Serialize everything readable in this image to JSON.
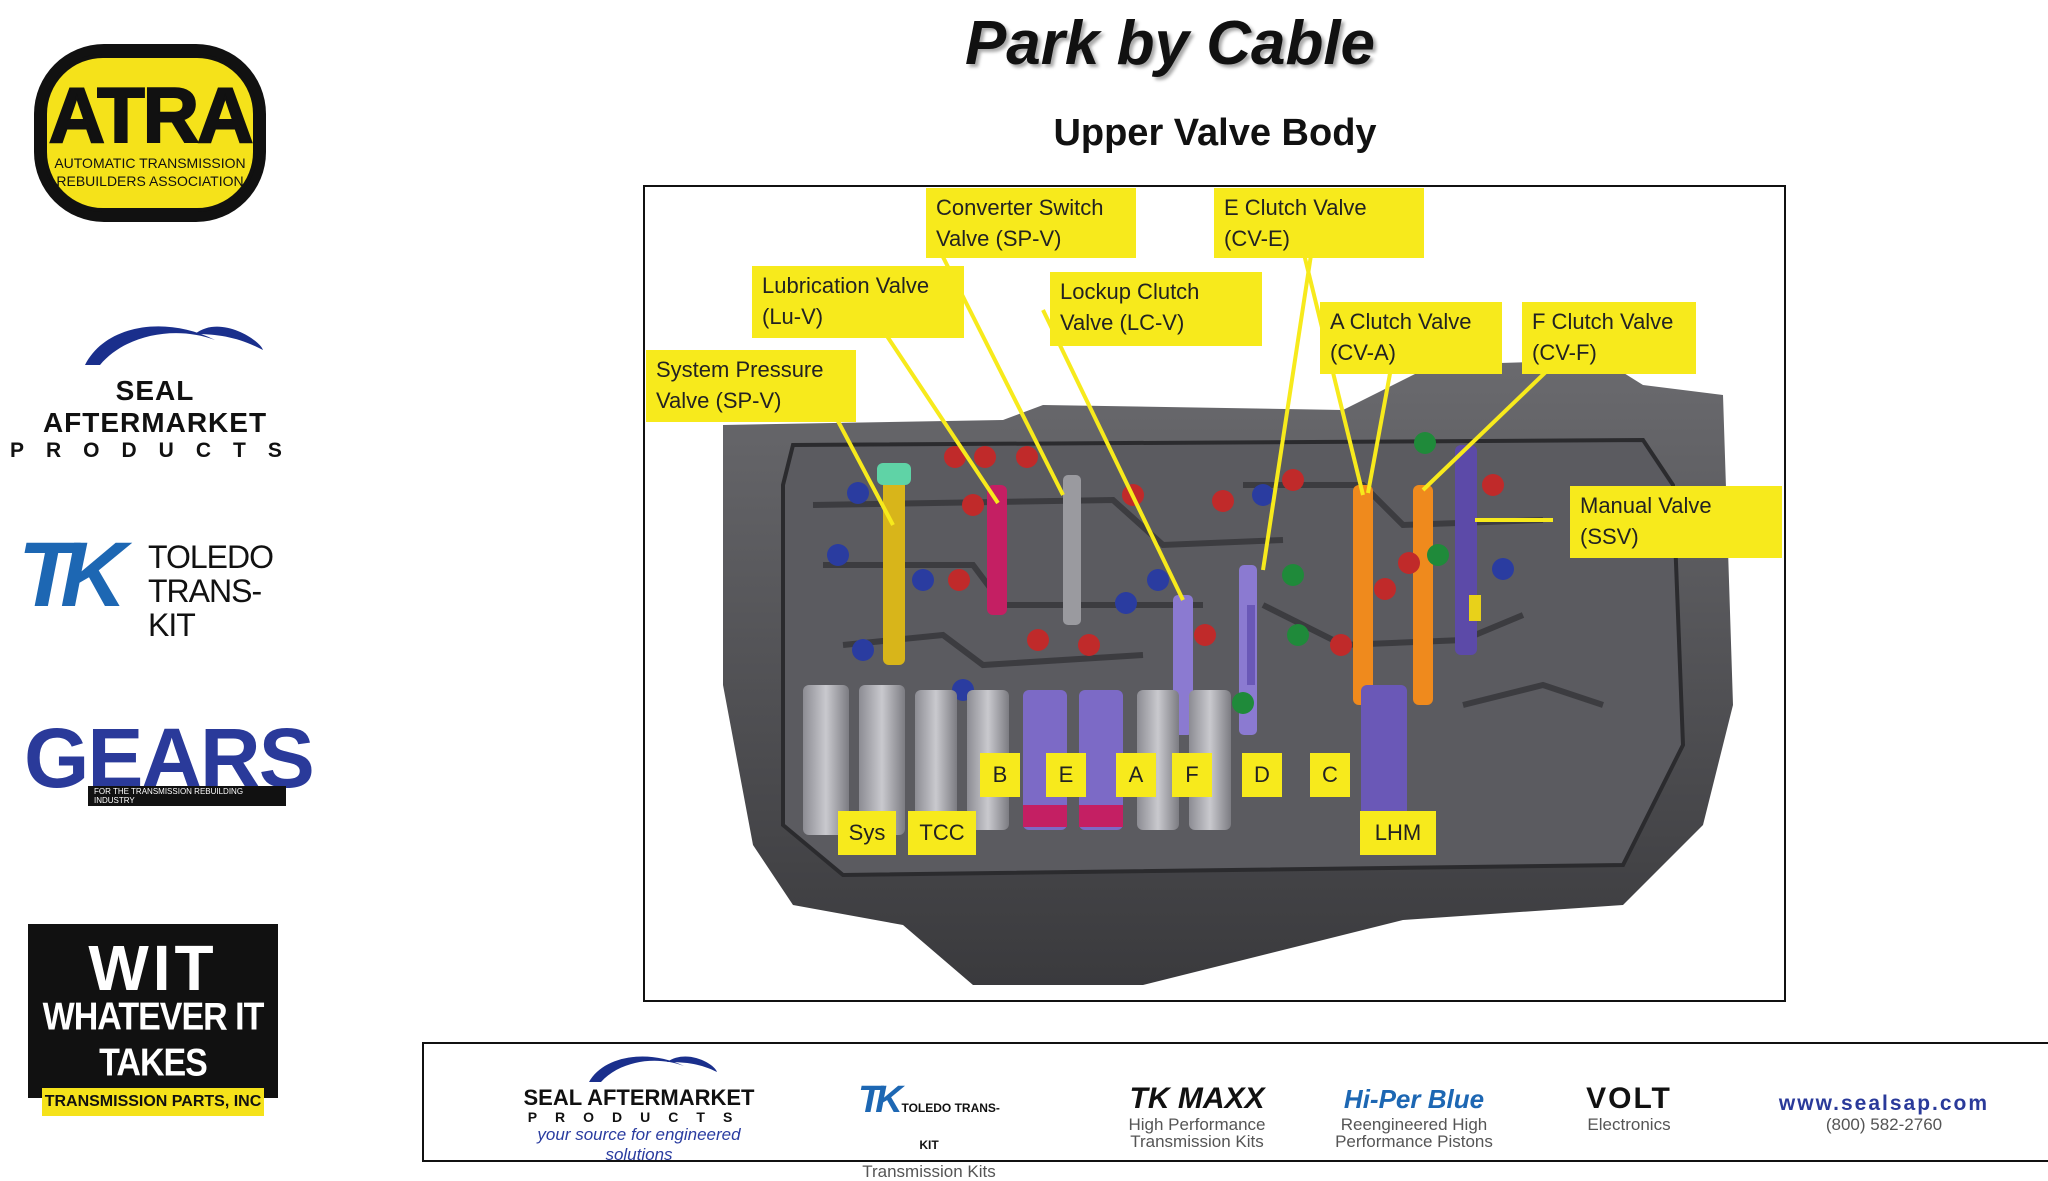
{
  "title": "Park by Cable",
  "subtitle": "Upper Valve Body",
  "logos": {
    "atra_big": "ATRA",
    "atra_line1": "AUTOMATIC TRANSMISSION",
    "atra_line2": "REBUILDERS ASSOCIATION",
    "seal_name": "SEAL AFTERMARKET",
    "seal_products": "PRODUCTS",
    "tk_mark": "TK",
    "tk_line1": "TOLEDO",
    "tk_line2": "TRANS-KIT",
    "gears_word": "GEARS",
    "gears_tag": "FOR THE TRANSMISSION REBUILDING INDUSTRY",
    "wit_big": "WIT",
    "wit_mid": "WHATEVER IT TAKES",
    "wit_bar": "TRANSMISSION PARTS, INC"
  },
  "callouts": [
    {
      "line1": "Converter Switch",
      "line2": "Valve (SP-V)"
    },
    {
      "line1": "E Clutch Valve",
      "line2": "(CV-E)"
    },
    {
      "line1": "Lubrication Valve",
      "line2": "(Lu-V)"
    },
    {
      "line1": "Lockup Clutch",
      "line2": "Valve (LC-V)"
    },
    {
      "line1": "A Clutch Valve",
      "line2": "(CV-A)"
    },
    {
      "line1": "F Clutch Valve",
      "line2": "(CV-F)"
    },
    {
      "line1": "System Pressure",
      "line2": "Valve (SP-V)"
    },
    {
      "line1": "Manual Valve",
      "line2": "(SSV)"
    }
  ],
  "solenoids": [
    "B",
    "E",
    "A",
    "F",
    "D",
    "C",
    "Sys",
    "TCC",
    "LHM"
  ],
  "footer": {
    "seal_name": "SEAL AFTERMARKET",
    "seal_products": "PRODUCTS",
    "seal_tagline": "your source for engineered solutions",
    "tk_mark": "TK",
    "tk_text": "TOLEDO TRANS-KIT",
    "tk_caption": "Transmission Kits",
    "tkmaxx_mark": "TK MAXX",
    "tkmaxx_caption1": "High Performance",
    "tkmaxx_caption2": "Transmission Kits",
    "hiper_mark": "Hi-Per Blue",
    "hiper_caption1": "Reengineered High",
    "hiper_caption2": "Performance Pistons",
    "volt_mark": "VOLT",
    "volt_caption": "Electronics",
    "url": "www.sealsap.com",
    "phone": "(800) 582-2760"
  }
}
